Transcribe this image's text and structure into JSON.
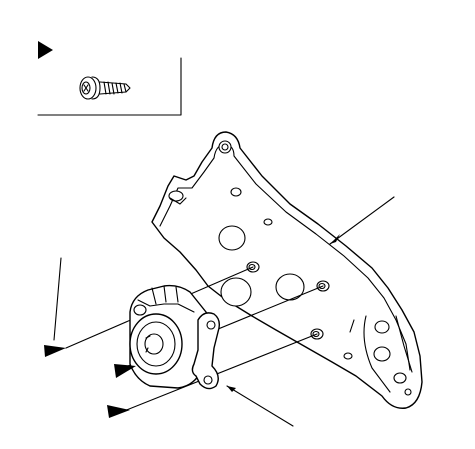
{
  "diagram": {
    "colors": {
      "line": "#000000",
      "background": "#ffffff"
    },
    "parts": [
      {
        "name": "flange-bolt-icon"
      },
      {
        "name": "water-pump-body"
      },
      {
        "name": "gasket-ring"
      },
      {
        "name": "mounting-bracket"
      }
    ],
    "callout_markers": [
      {
        "name": "callout-arrow-bolt-legend"
      },
      {
        "name": "callout-arrow-top-left"
      },
      {
        "name": "callout-arrow-middle-left"
      },
      {
        "name": "callout-arrow-bottom-left"
      }
    ]
  }
}
